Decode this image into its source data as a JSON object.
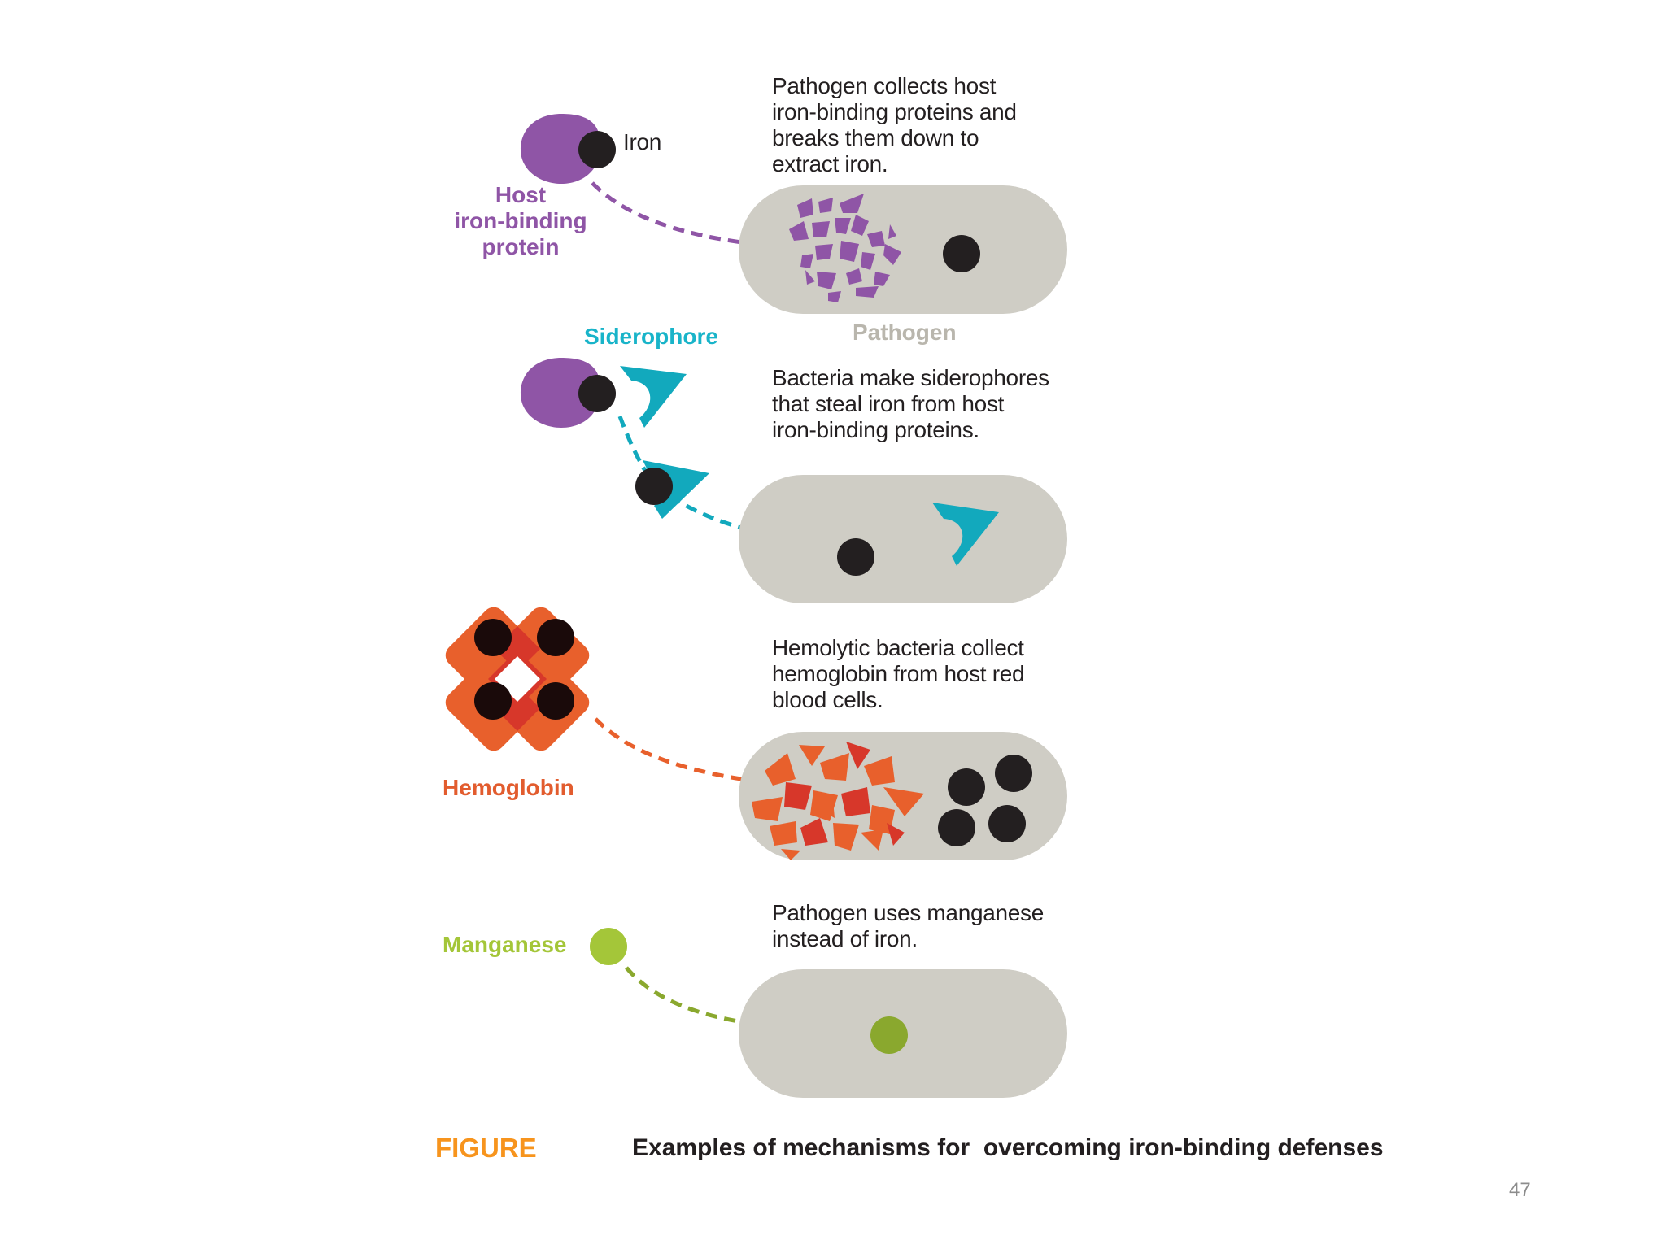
{
  "panels": [
    {
      "description": "Pathogen collects host\niron-binding proteins and\nbreaks them down to\nextract iron.",
      "labels": {
        "iron": "Iron",
        "protein": "Host\niron-binding\nprotein",
        "pathogen": "Pathogen"
      }
    },
    {
      "description": "Bacteria make siderophores\nthat steal iron from host\niron-binding proteins.",
      "labels": {
        "siderophore": "Siderophore"
      }
    },
    {
      "description": "Hemolytic bacteria collect\nhemoglobin from host red\nblood cells.",
      "labels": {
        "hemoglobin": "Hemoglobin"
      }
    },
    {
      "description": "Pathogen uses manganese\ninstead of iron.",
      "labels": {
        "manganese": "Manganese"
      }
    }
  ],
  "figure": {
    "label": "FIGURE",
    "caption": "Examples of mechanisms for  overcoming iron-binding defenses"
  },
  "page_number": "47",
  "colors": {
    "host_protein": "#8f55a6",
    "iron": "#231f20",
    "siderophore": "#12a9bd",
    "siderophore_label": "#19b4c9",
    "hemoglobin_orange": "#e8602c",
    "hemoglobin_red": "#d7372a",
    "hemoglobin_label": "#e25c2e",
    "manganese": "#a4c639",
    "manganese_dark": "#8aa82e",
    "pathogen_cell": "#cfcdc5",
    "pathogen_label": "#b9b6ad",
    "figure_label": "#f7941d"
  }
}
